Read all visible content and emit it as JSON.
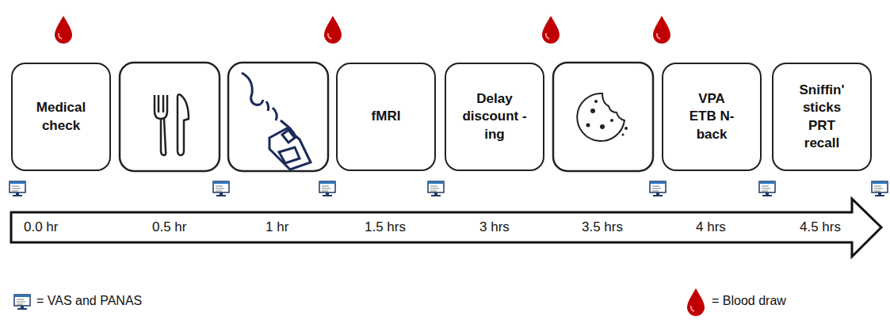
{
  "diagram": {
    "nodes": [
      {
        "text": [
          "Medical check"
        ]
      },
      {
        "text": [
          "fMRI"
        ]
      },
      {
        "text": [
          "Delay discount -ing"
        ]
      },
      {
        "text": [
          "VPA ETB N-back"
        ]
      },
      {
        "text": [
          "Sniffin' sticks PRT recall"
        ]
      }
    ],
    "labels": [
      "0.0 hr",
      "0.5 hr",
      "1 hr",
      "1.5 hrs",
      "3 hrs",
      "3.5 hrs",
      "4 hrs",
      "4.5 hrs"
    ],
    "legend": [
      {
        "text": "= VAS and PANAS"
      },
      {
        "text": "= Blood draw"
      }
    ]
  }
}
